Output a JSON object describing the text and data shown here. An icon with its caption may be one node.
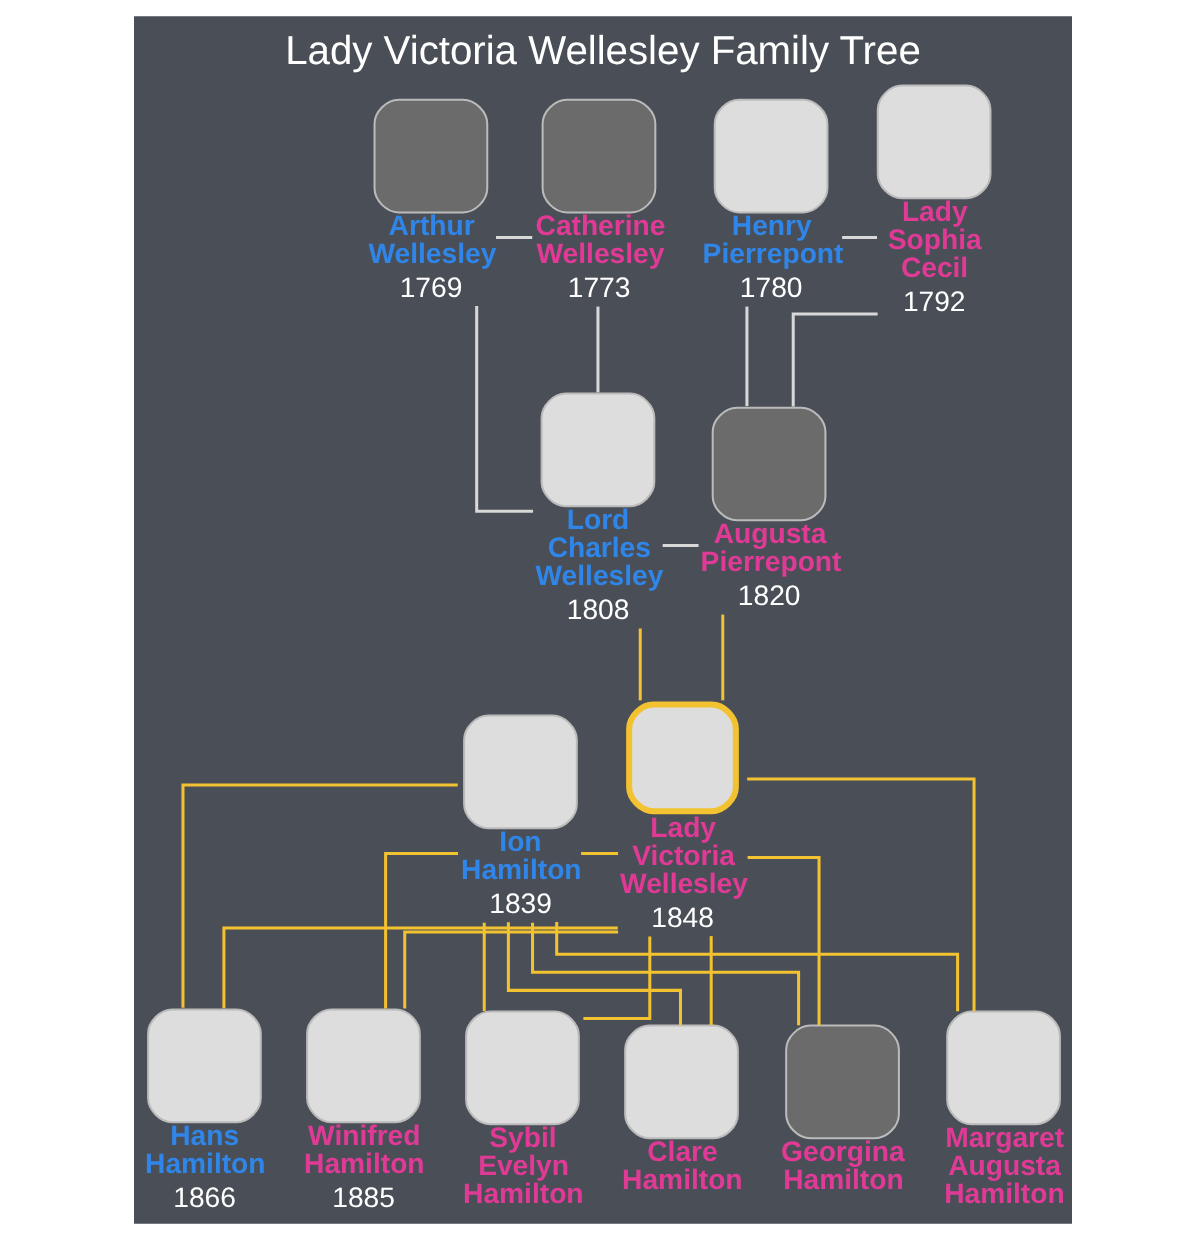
{
  "diagram": {
    "title": "Lady Victoria Wellesley Family Tree",
    "nodes": [
      {
        "text": [
          "Arthur Wellesley",
          "1769"
        ]
      },
      {
        "text": [
          "Catherine Wellesley",
          "1773"
        ]
      },
      {
        "text": [
          "Henry Pierrepont",
          "1780"
        ]
      },
      {
        "text": [
          "Lady Sophia Cecil",
          "1792"
        ]
      },
      {
        "text": [
          "Lord Charles Wellesley",
          "1808"
        ]
      },
      {
        "text": [
          "Augusta Pierrepont",
          "1820"
        ]
      },
      {
        "text": [
          "Ion Hamilton",
          "1839"
        ]
      },
      {
        "text": [
          "Lady Victoria Wellesley",
          "1848"
        ]
      },
      {
        "text": [
          "Hans Hamilton",
          "1866"
        ]
      },
      {
        "text": [
          "Winifred Hamilton",
          "1885"
        ]
      },
      {
        "text": [
          "Sybil Evelyn Hamilton"
        ]
      },
      {
        "text": [
          "Clare Hamilton"
        ]
      },
      {
        "text": [
          "Georgina Hamilton"
        ]
      },
      {
        "text": [
          "Margaret Augusta Hamilton"
        ]
      }
    ],
    "edges": [
      {
        "from": 0,
        "to": 1,
        "arrow": "none",
        "color": "#d8d8d8"
      },
      {
        "from": 2,
        "to": 3,
        "arrow": "none",
        "color": "#d8d8d8"
      },
      {
        "from": 0,
        "to": 4,
        "arrow": "none",
        "color": "#d8d8d8"
      },
      {
        "from": 1,
        "to": 4,
        "arrow": "none",
        "color": "#d8d8d8"
      },
      {
        "from": 2,
        "to": 5,
        "arrow": "none",
        "color": "#d8d8d8"
      },
      {
        "from": 3,
        "to": 5,
        "arrow": "none",
        "color": "#d8d8d8"
      },
      {
        "from": 4,
        "to": 5,
        "arrow": "none",
        "color": "#d8d8d8"
      },
      {
        "from": 4,
        "to": 7,
        "arrow": "none"
      },
      {
        "from": 5,
        "to": 7,
        "arrow": "none"
      },
      {
        "from": 6,
        "to": 7,
        "arrow": "none"
      },
      {
        "from": 6,
        "to": 8,
        "arrow": "none"
      },
      {
        "from": 7,
        "to": 8,
        "arrow": "none"
      },
      {
        "from": 6,
        "to": 9,
        "arrow": "none"
      },
      {
        "from": 7,
        "to": 9,
        "arrow": "none"
      },
      {
        "from": 6,
        "to": 10,
        "arrow": "none"
      },
      {
        "from": 7,
        "to": 10,
        "arrow": "none"
      },
      {
        "from": 6,
        "to": 11,
        "arrow": "none"
      },
      {
        "from": 7,
        "to": 11,
        "arrow": "none"
      },
      {
        "from": 6,
        "to": 12,
        "arrow": "none"
      },
      {
        "from": 7,
        "to": 12,
        "arrow": "none"
      },
      {
        "from": 6,
        "to": 13,
        "arrow": "none"
      },
      {
        "from": 7,
        "to": 13,
        "arrow": "none"
      }
    ]
  }
}
